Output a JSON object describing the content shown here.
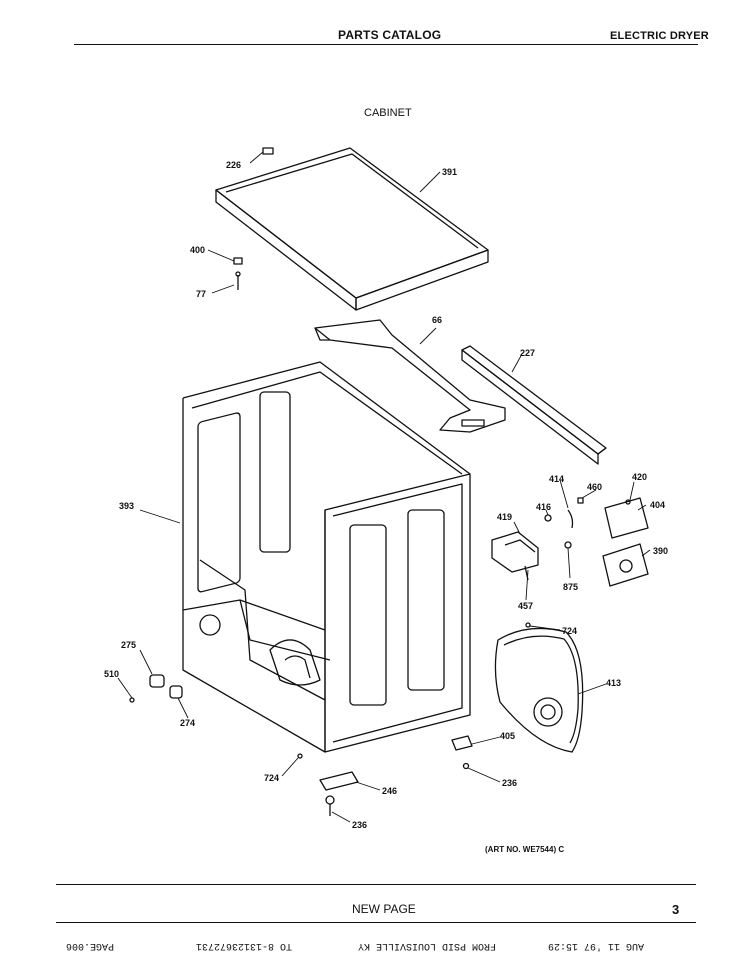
{
  "header": {
    "left": "PARTS CATALOG",
    "right": "ELECTRIC DRYER"
  },
  "section_title": "CABINET",
  "callouts": {
    "c226": "226",
    "c391": "391",
    "c400": "400",
    "c77": "77",
    "c66": "66",
    "c227": "227",
    "c393": "393",
    "c414": "414",
    "c460": "460",
    "c420": "420",
    "c404": "404",
    "c416": "416",
    "c419": "419",
    "c390": "390",
    "c875": "875",
    "c457": "457",
    "c724a": "724",
    "c413": "413",
    "c275": "275",
    "c510": "510",
    "c274": "274",
    "c405": "405",
    "c236a": "236",
    "c724b": "724",
    "c246": "246",
    "c236b": "236"
  },
  "art_number": "(ART NO. WE7544) C",
  "footer": {
    "new_page": "NEW PAGE",
    "page_number": "3",
    "fax_line_left": "PAGE.006",
    "fax_line_mid": "TO 8-13123672731",
    "fax_line_right": "FROM PSID LOUISVILLE KY",
    "fax_line_date": "AUG 11 '97 15:29"
  }
}
